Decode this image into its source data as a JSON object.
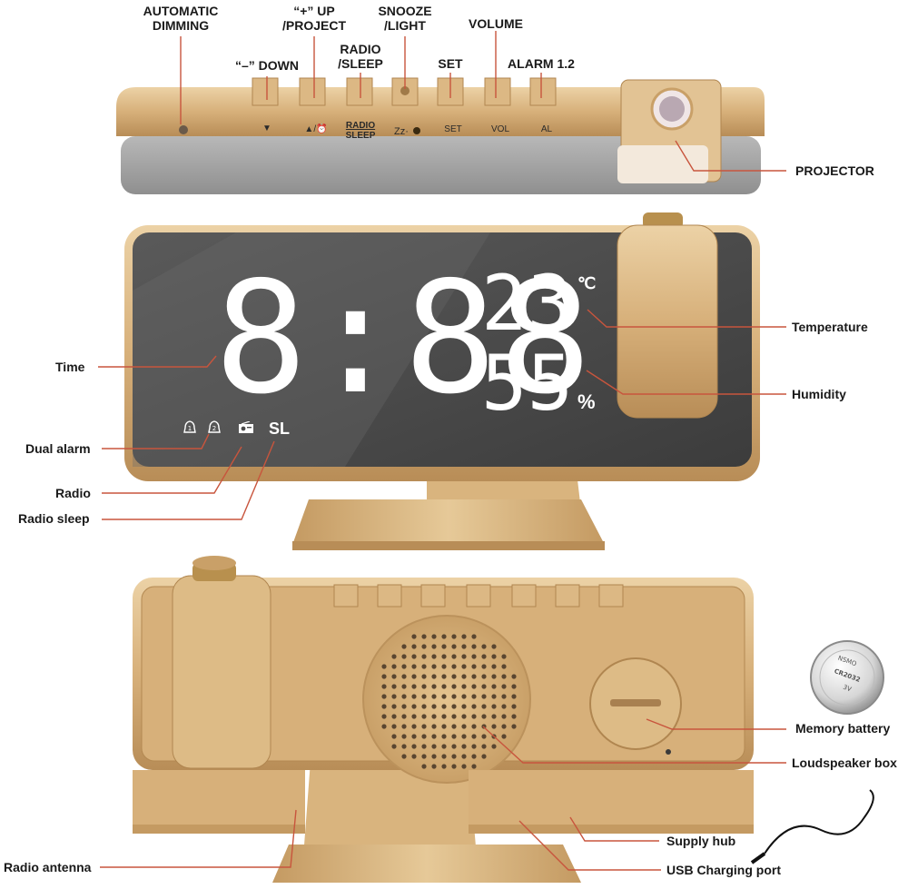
{
  "labels": {
    "automatic_dimming": "AUTOMATIC\nDIMMING",
    "down": "“–” DOWN",
    "up_project": "“+” UP\n/PROJECT",
    "radio_sleep": "RADIO\n/SLEEP",
    "snooze_light": "SNOOZE\n/LIGHT",
    "set": "SET",
    "volume": "VOLUME",
    "alarm": "ALARM 1.2",
    "projector": "PROJECTOR",
    "temperature": "Temperature",
    "humidity": "Humidity",
    "time": "Time",
    "dual_alarm": "Dual alarm",
    "radio": "Radio",
    "radio_sleep_side": "Radio sleep",
    "memory_battery": "Memory battery",
    "loudspeaker_box": "Loudspeaker box",
    "supply_hub": "Supply hub",
    "usb_charging_port": "USB Charging port",
    "radio_antenna": "Radio antenna"
  },
  "buttons": {
    "down": "▼",
    "up_project": "▲/⏰",
    "radio_sleep_top": "RADIO",
    "radio_sleep_bottom": "SLEEP",
    "snooze": "Zz·",
    "set": "SET",
    "vol": "VOL",
    "al": "AL"
  },
  "display": {
    "time": "8:88",
    "temperature": "23",
    "temp_unit": "℃",
    "humidity": "55",
    "humidity_unit": "%",
    "alarm1_icon": "bell-1-icon",
    "alarm2_icon": "bell-2-icon",
    "radio_icon": "radio-icon",
    "sleep_indicator": "SL"
  },
  "battery": {
    "brand": "NSMO",
    "model": "CR2032",
    "voltage": "3V"
  },
  "colors": {
    "gold": "#d8b27a",
    "gold_dark": "#b48a52",
    "gold_light": "#ecd1a3",
    "screen": "#4a4a4a",
    "pointer_line": "#c8553d"
  }
}
